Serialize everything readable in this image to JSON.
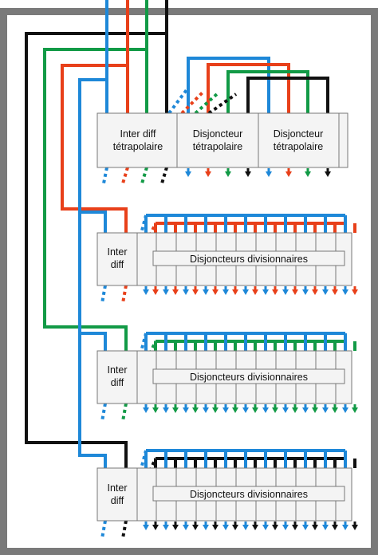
{
  "colors": {
    "blue": "#1e88d8",
    "red": "#e8401a",
    "green": "#129a46",
    "black": "#111111",
    "frame": "#7a7a7a",
    "box_stroke": "#777777",
    "box_fill": "#f4f4f4"
  },
  "main_panel": {
    "inter_diff_label": [
      "Inter diff",
      "tétrapolaire"
    ],
    "breaker_1_label": [
      "Disjoncteur",
      "tétrapolaire"
    ],
    "breaker_2_label": [
      "Disjoncteur",
      "tétrapolaire"
    ]
  },
  "rows": [
    {
      "id": "row-1",
      "phase_color": "red",
      "inter_diff_label": [
        "Inter",
        "diff"
      ],
      "breakers_label": "Disjoncteurs divisionnaires"
    },
    {
      "id": "row-2",
      "phase_color": "green",
      "inter_diff_label": [
        "Inter",
        "diff"
      ],
      "breakers_label": "Disjoncteurs divisionnaires"
    },
    {
      "id": "row-3",
      "phase_color": "black",
      "inter_diff_label": [
        "Inter",
        "diff"
      ],
      "breakers_label": "Disjoncteurs divisionnaires"
    }
  ]
}
